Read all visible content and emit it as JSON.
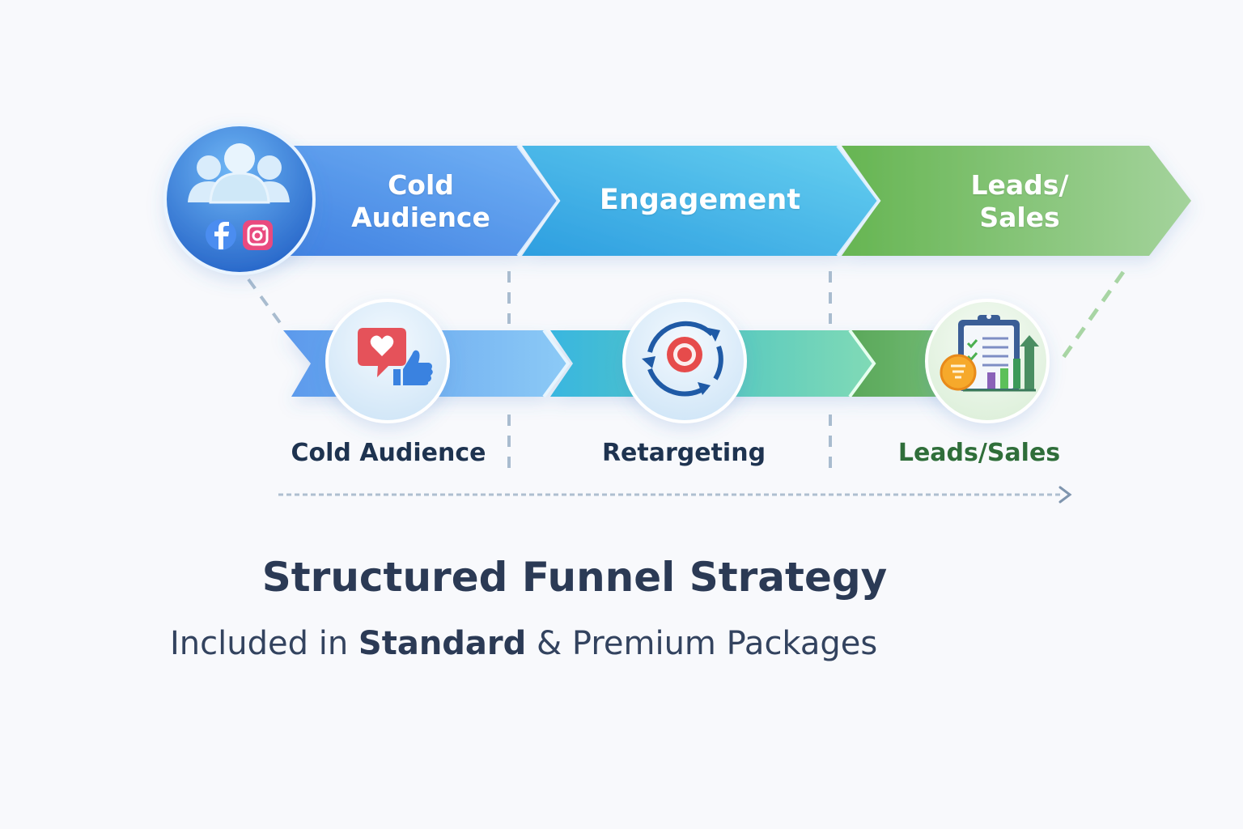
{
  "diagram": {
    "top_stages": [
      {
        "line1": "Cold",
        "line2": "Audience"
      },
      {
        "line1": "Engagement",
        "line2": ""
      },
      {
        "line1": "Leads/",
        "line2": "Sales"
      }
    ],
    "bottom_stages": [
      {
        "label": "Cold Audience",
        "icon": "heart-like-icon"
      },
      {
        "label": "Retargeting",
        "icon": "target-cycle-icon"
      },
      {
        "label": "Leads/Sales",
        "icon": "clipboard-growth-icon"
      }
    ],
    "audience_badge": {
      "icon": "people-group-icon",
      "social": [
        "facebook-icon",
        "instagram-icon"
      ]
    },
    "colors": {
      "cold": "#4a8ee6",
      "engagement": "#3fb3e6",
      "leads": "#6cb85e",
      "heading": "#2b3a55",
      "leads_label": "#2f6e3a"
    }
  },
  "footer": {
    "title": "Structured Funnel Strategy",
    "subtitle_prefix": "Included in ",
    "subtitle_bold": "Standard",
    "subtitle_suffix": " & Premium Packages"
  }
}
